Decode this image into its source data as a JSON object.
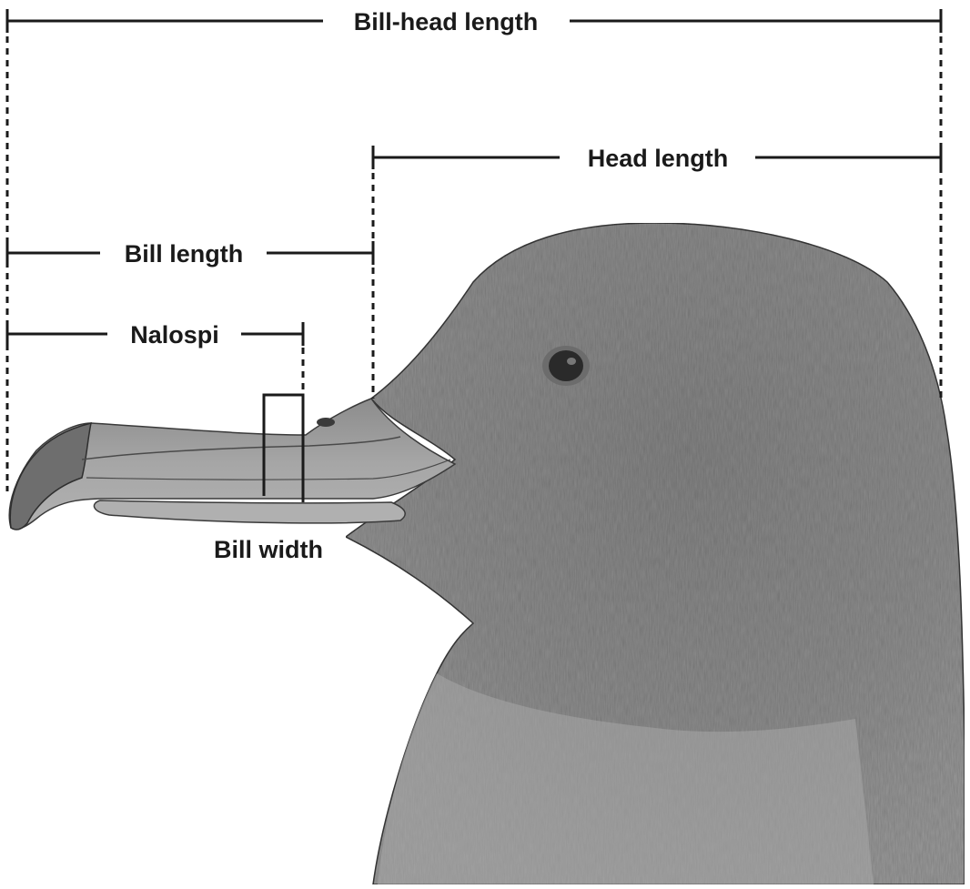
{
  "labels": {
    "bill_head_length": "Bill-head length",
    "head_length": "Head length",
    "bill_length": "Bill length",
    "nalospi": "Nalospi",
    "bill_width": "Bill width"
  },
  "colors": {
    "line": "#1a1a1a",
    "head_plumage": "#8d8d8d",
    "throat_plumage": "#a5a5a5",
    "bill": "#a0a0a0",
    "bill_tip": "#707070",
    "eye": "#2a2a2a",
    "background": "#ffffff"
  }
}
